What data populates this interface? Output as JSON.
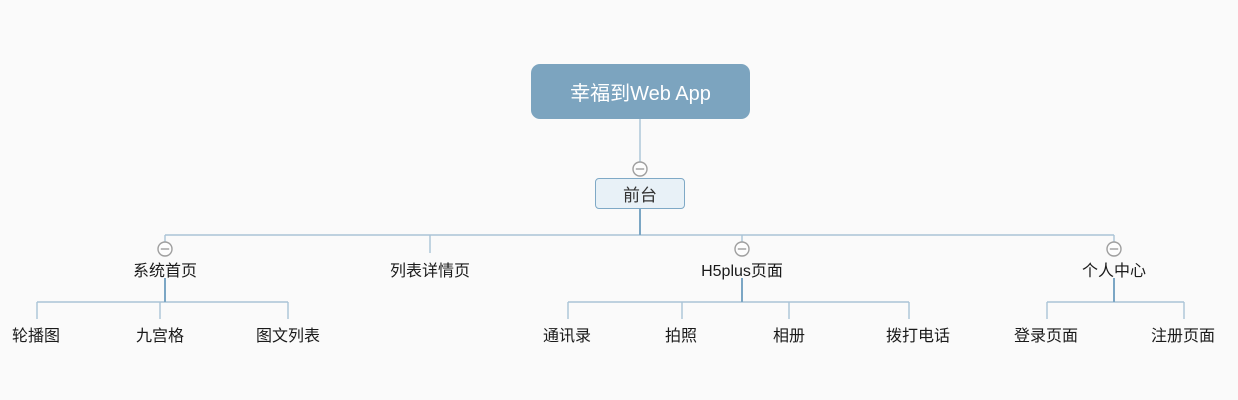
{
  "nodes": {
    "root": "幸福到Web App",
    "front": "前台",
    "branches": {
      "sys_home": "系统首页",
      "list_detail": "列表详情页",
      "h5plus": "H5plus页面",
      "personal": "个人中心"
    },
    "leaves": {
      "carousel": "轮播图",
      "nine_grid": "九宫格",
      "image_text_list": "图文列表",
      "contacts": "通讯录",
      "take_photo": "拍照",
      "album": "相册",
      "dial_phone": "拨打电话",
      "login": "登录页面",
      "register": "注册页面"
    }
  },
  "hierarchy": {
    "root": "幸福到Web App",
    "children": [
      {
        "label": "前台",
        "collapsed_icon": true,
        "children": [
          {
            "label": "系统首页",
            "collapsed_icon": true,
            "children": [
              "轮播图",
              "九宫格",
              "图文列表"
            ]
          },
          {
            "label": "列表详情页",
            "collapsed_icon": false,
            "children": []
          },
          {
            "label": "H5plus页面",
            "collapsed_icon": true,
            "children": [
              "通讯录",
              "拍照",
              "相册",
              "拨打电话"
            ]
          },
          {
            "label": "个人中心",
            "collapsed_icon": true,
            "children": [
              "登录页面",
              "注册页面"
            ]
          }
        ]
      }
    ]
  },
  "icons": {
    "collapse_glyph": "minus-circle"
  },
  "colors": {
    "background": "#FAFAFA",
    "root_fill": "#7CA4BF",
    "root_text": "#FFFFFF",
    "front_fill": "#E8F1F7",
    "front_border": "#7FA9C6",
    "connector": "#A9C3D6",
    "trunk": "#7BA6C4",
    "collapse_icon": "#9E9E9E",
    "label_text": "#1A1A1A"
  }
}
